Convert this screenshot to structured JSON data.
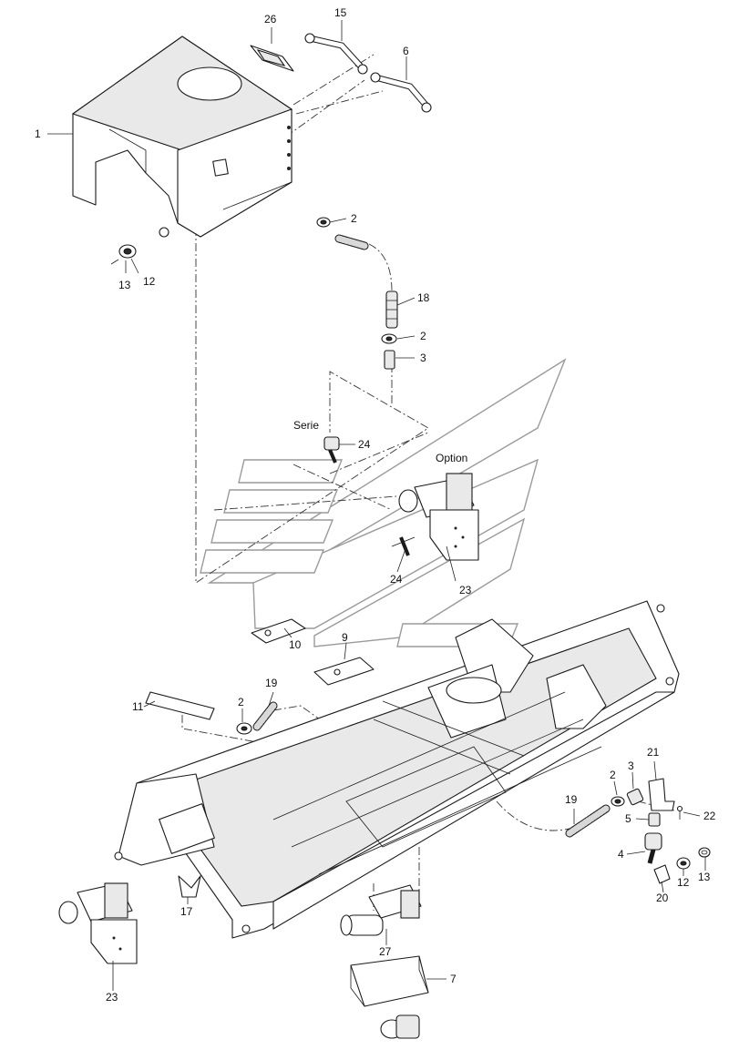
{
  "callouts": [
    {
      "id": "c1",
      "text": "1"
    },
    {
      "id": "c26",
      "text": "26"
    },
    {
      "id": "c15",
      "text": "15"
    },
    {
      "id": "c6",
      "text": "6"
    },
    {
      "id": "c13a",
      "text": "13"
    },
    {
      "id": "c12a",
      "text": "12"
    },
    {
      "id": "c2a",
      "text": "2"
    },
    {
      "id": "c18",
      "text": "18"
    },
    {
      "id": "c2b",
      "text": "2"
    },
    {
      "id": "c3a",
      "text": "3"
    },
    {
      "id": "c24a",
      "text": "24"
    },
    {
      "id": "c24b",
      "text": "24"
    },
    {
      "id": "c23a",
      "text": "23"
    },
    {
      "id": "c10",
      "text": "10"
    },
    {
      "id": "c9",
      "text": "9"
    },
    {
      "id": "c11",
      "text": "11"
    },
    {
      "id": "c2c",
      "text": "2"
    },
    {
      "id": "c19a",
      "text": "19"
    },
    {
      "id": "c21",
      "text": "21"
    },
    {
      "id": "c2d",
      "text": "2"
    },
    {
      "id": "c3b",
      "text": "3"
    },
    {
      "id": "c19b",
      "text": "19"
    },
    {
      "id": "c22",
      "text": "22"
    },
    {
      "id": "c5",
      "text": "5"
    },
    {
      "id": "c4",
      "text": "4"
    },
    {
      "id": "c12b",
      "text": "12"
    },
    {
      "id": "c13b",
      "text": "13"
    },
    {
      "id": "c20",
      "text": "20"
    },
    {
      "id": "c17",
      "text": "17"
    },
    {
      "id": "c27",
      "text": "27"
    },
    {
      "id": "c7",
      "text": "7"
    },
    {
      "id": "c23b",
      "text": "23"
    }
  ],
  "variant_labels": {
    "serie": "Serie",
    "option": "Option"
  }
}
